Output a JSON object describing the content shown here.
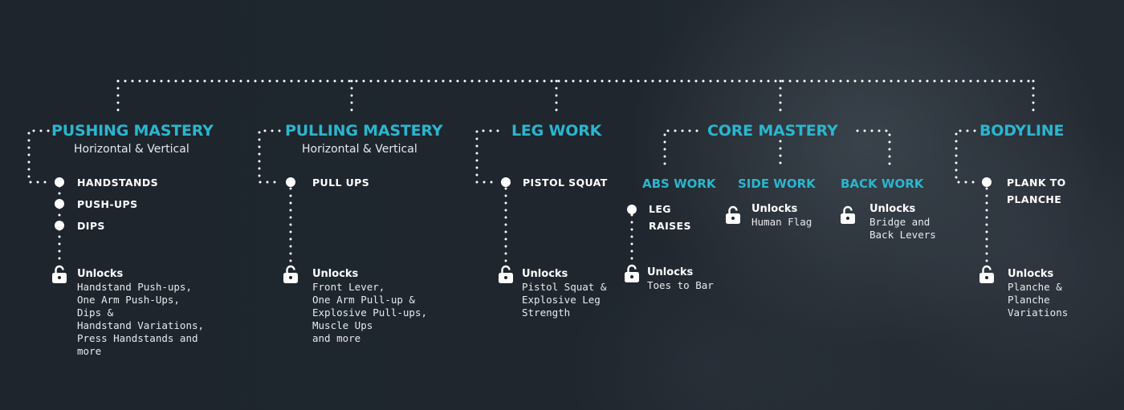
{
  "categories": {
    "pushing": {
      "title": "PUSHING MASTERY",
      "subtitle": "Horizontal & Vertical",
      "items": [
        "HANDSTANDS",
        "PUSH-UPS",
        "DIPS"
      ],
      "unlocks": {
        "heading": "Unlocks",
        "lines": [
          "Handstand Push-ups,",
          "One Arm Push-Ups,",
          "Dips &",
          "Handstand Variations,",
          "Press Handstands and",
          "more"
        ]
      }
    },
    "pulling": {
      "title": "PULLING MASTERY",
      "subtitle": "Horizontal & Vertical",
      "items": [
        "PULL UPS"
      ],
      "unlocks": {
        "heading": "Unlocks",
        "lines": [
          "Front Lever,",
          "One Arm Pull-up &",
          "Explosive Pull-ups,",
          "Muscle Ups",
          "and more"
        ]
      }
    },
    "legs": {
      "title": "LEG WORK",
      "items": [
        "PISTOL SQUAT"
      ],
      "unlocks": {
        "heading": "Unlocks",
        "lines": [
          "Pistol Squat &",
          "Explosive Leg",
          "Strength"
        ]
      }
    },
    "core": {
      "title": "CORE MASTERY",
      "abs": {
        "title": "ABS WORK",
        "items": [
          "LEG",
          "RAISES"
        ],
        "unlocks": {
          "heading": "Unlocks",
          "lines": [
            "Toes to Bar"
          ]
        }
      },
      "side": {
        "title": "SIDE WORK",
        "unlocks": {
          "heading": "Unlocks",
          "lines": [
            "Human Flag"
          ]
        }
      },
      "back": {
        "title": "BACK WORK",
        "unlocks": {
          "heading": "Unlocks",
          "lines": [
            "Bridge and",
            "Back Levers"
          ]
        }
      }
    },
    "bodyline": {
      "title": "BODYLINE",
      "items": [
        "PLANK TO",
        "PLANCHE"
      ],
      "unlocks": {
        "heading": "Unlocks",
        "lines": [
          "Planche &",
          "Planche",
          "Variations"
        ]
      }
    }
  },
  "icons": {
    "node": "circle-node",
    "lock": "padlock-icon"
  },
  "colors": {
    "accent": "#2ab6cf",
    "background": "#1e252d",
    "text": "#ffffff"
  }
}
